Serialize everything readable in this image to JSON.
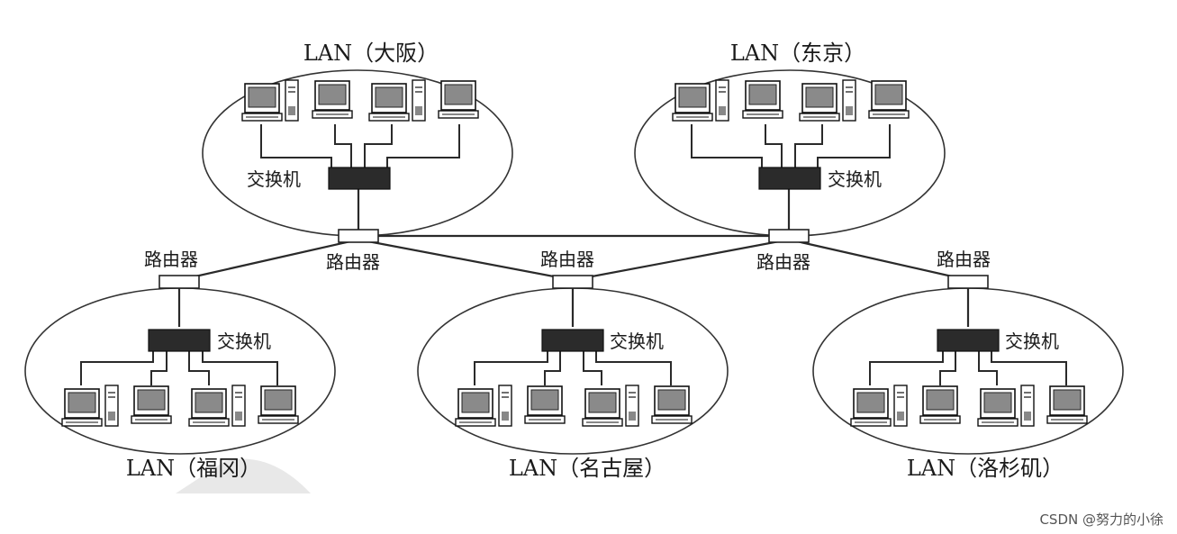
{
  "lans": [
    {
      "id": "osaka",
      "label": "LAN（大阪）",
      "switch_label": "交换机"
    },
    {
      "id": "tokyo",
      "label": "LAN（东京）",
      "switch_label": "交换机"
    },
    {
      "id": "fukuoka",
      "label": "LAN（福冈）",
      "switch_label": "交换机"
    },
    {
      "id": "nagoya",
      "label": "LAN（名古屋）",
      "switch_label": "交换机"
    },
    {
      "id": "la",
      "label": "LAN（洛杉矶）",
      "switch_label": "交换机"
    }
  ],
  "routers": [
    {
      "id": "r-osaka",
      "label": "路由器"
    },
    {
      "id": "r-tokyo",
      "label": "路由器"
    },
    {
      "id": "r-fukuoka",
      "label": "路由器"
    },
    {
      "id": "r-nagoya",
      "label": "路由器"
    },
    {
      "id": "r-la",
      "label": "路由器"
    }
  ],
  "watermark": "CSDN @努力的小徐",
  "icons": {
    "computer": "desktop-computer-icon",
    "switch": "switch-icon",
    "router": "router-icon"
  }
}
